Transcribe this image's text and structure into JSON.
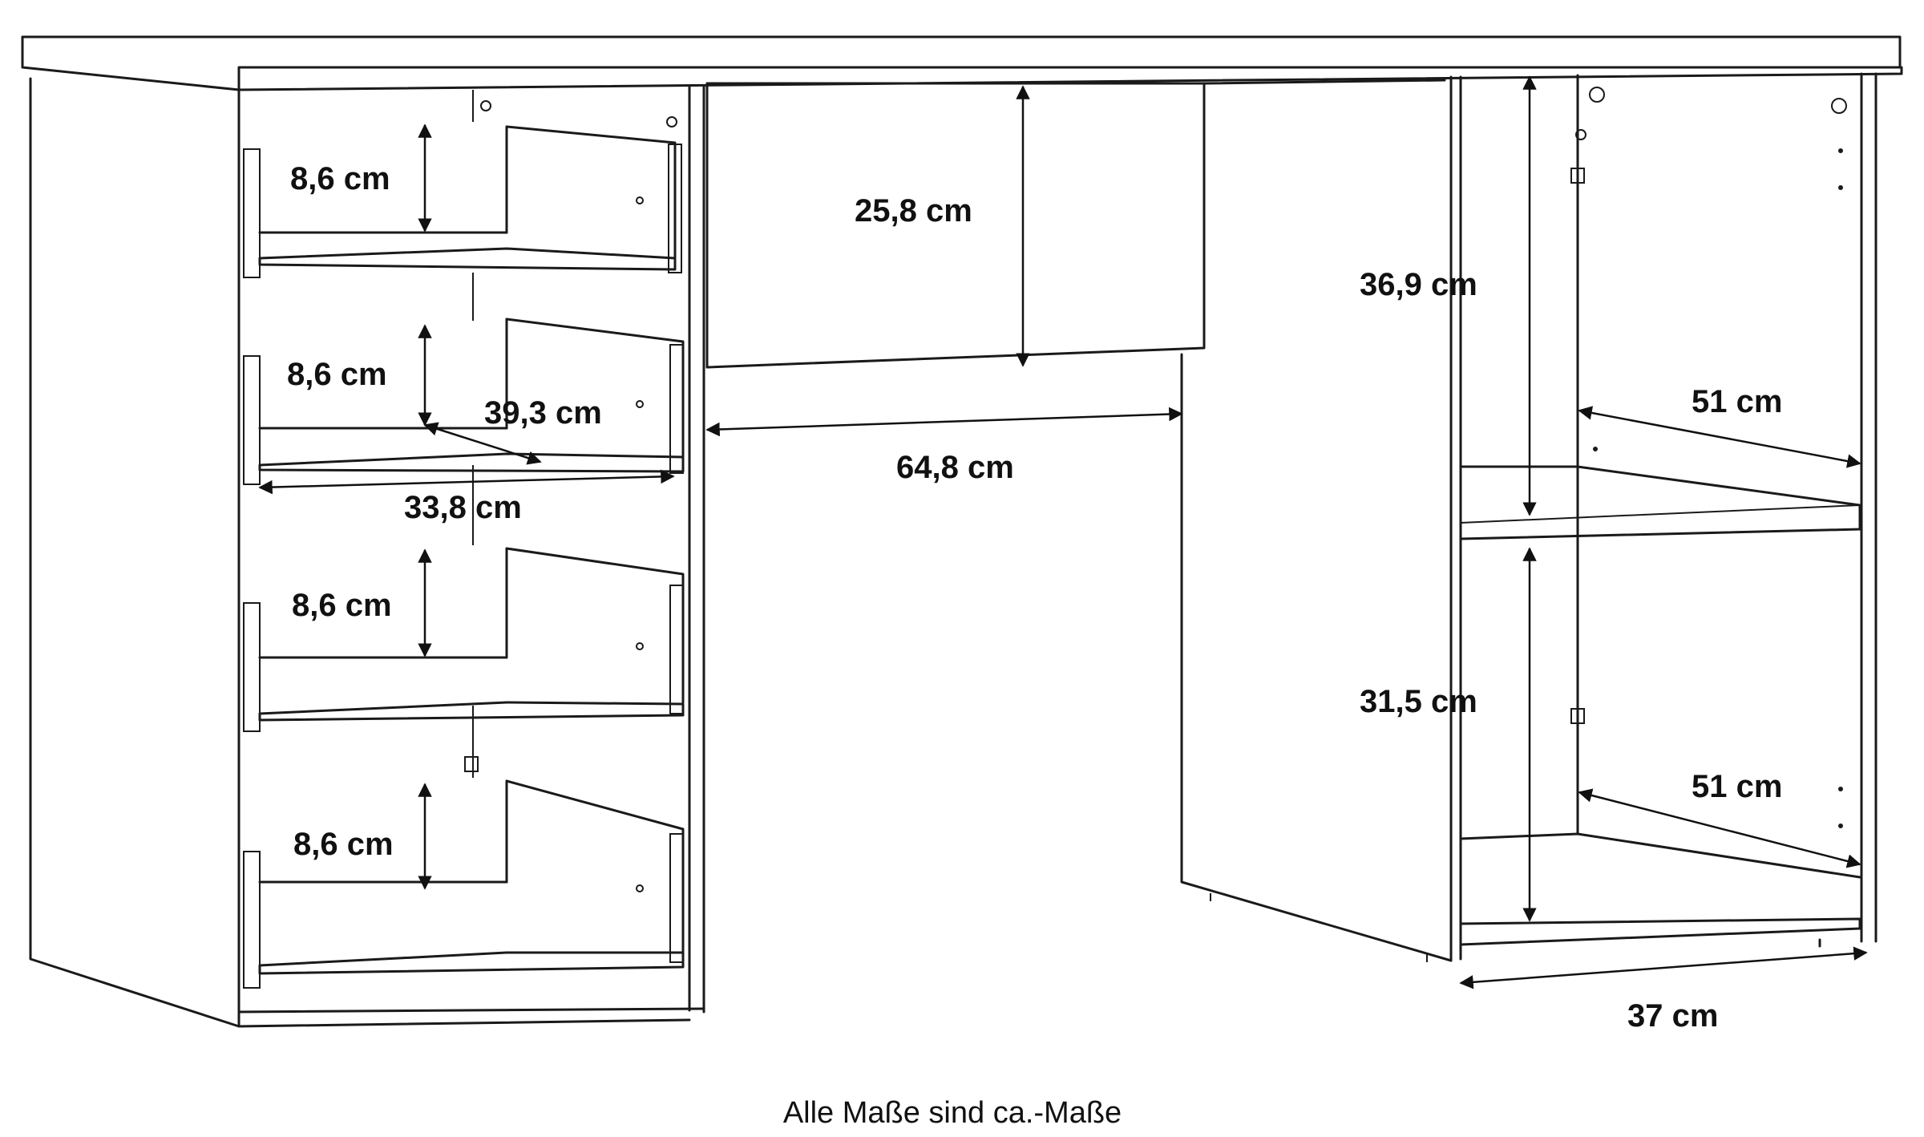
{
  "labels": {
    "drawer_height_1": "8,6 cm",
    "drawer_height_2": "8,6 cm",
    "drawer_height_3": "8,6 cm",
    "drawer_height_4": "8,6 cm",
    "drawer_depth": "39,3 cm",
    "drawer_width": "33,8 cm",
    "center_drawer_height": "25,8 cm",
    "center_width": "64,8 cm",
    "upper_shelf_height": "36,9 cm",
    "lower_shelf_height": "31,5 cm",
    "upper_shelf_depth": "51 cm",
    "lower_shelf_depth": "51 cm",
    "shelf_width": "37 cm"
  },
  "note": "Alle Maße sind ca.-Maße",
  "colors": {
    "line": "#1a1a1a",
    "background": "#ffffff"
  }
}
